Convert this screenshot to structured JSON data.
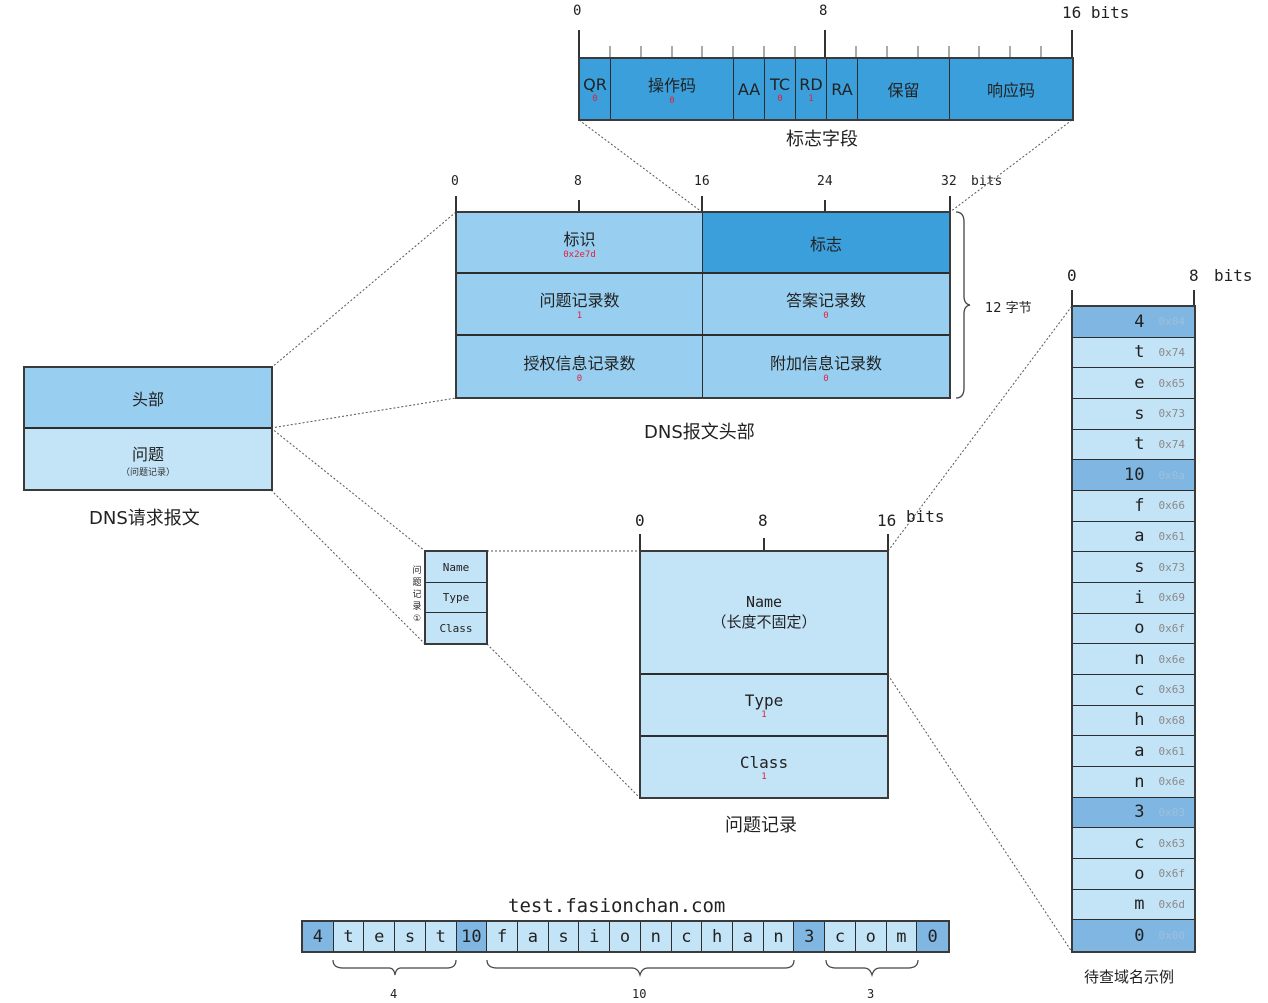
{
  "flags": {
    "ticks": [
      "0",
      "8",
      "16 bits"
    ],
    "fields": [
      {
        "label": "QR",
        "value": "0"
      },
      {
        "label": "操作码",
        "value": "0"
      },
      {
        "label": "AA",
        "value": ""
      },
      {
        "label": "TC",
        "value": "0"
      },
      {
        "label": "RD",
        "value": "1"
      },
      {
        "label": "RA",
        "value": ""
      },
      {
        "label": "保留",
        "value": ""
      },
      {
        "label": "响应码",
        "value": ""
      }
    ],
    "caption": "标志字段"
  },
  "header": {
    "ticks": [
      "0",
      "8",
      "16",
      "24",
      "32",
      "bits"
    ],
    "cells": [
      {
        "label": "标识",
        "value": "0x2e7d"
      },
      {
        "label": "标志",
        "value": ""
      },
      {
        "label": "问题记录数",
        "value": "1"
      },
      {
        "label": "答案记录数",
        "value": "0"
      },
      {
        "label": "授权信息记录数",
        "value": "0"
      },
      {
        "label": "附加信息记录数",
        "value": "0"
      }
    ],
    "size_label": "12 字节",
    "caption": "DNS报文头部"
  },
  "request": {
    "header_label": "头部",
    "question_label": "问题",
    "question_sub": "（问题记录）",
    "caption": "DNS请求报文"
  },
  "mini_record": {
    "side_label": [
      "问",
      "题",
      "记",
      "录",
      "①"
    ],
    "rows": [
      "Name",
      "Type",
      "Class"
    ]
  },
  "question": {
    "ticks": [
      "0",
      "8",
      "16",
      "bits"
    ],
    "name_label": "Name",
    "name_sub": "（长度不固定）",
    "type_label": "Type",
    "type_value": "1",
    "class_label": "Class",
    "class_value": "1",
    "caption": "问题记录"
  },
  "domain_column": {
    "ticks": [
      "0",
      "8",
      "bits"
    ],
    "bytes": [
      {
        "ch": "4",
        "hex": "0x04",
        "len": true
      },
      {
        "ch": "t",
        "hex": "0x74",
        "len": false
      },
      {
        "ch": "e",
        "hex": "0x65",
        "len": false
      },
      {
        "ch": "s",
        "hex": "0x73",
        "len": false
      },
      {
        "ch": "t",
        "hex": "0x74",
        "len": false
      },
      {
        "ch": "10",
        "hex": "0x0a",
        "len": true
      },
      {
        "ch": "f",
        "hex": "0x66",
        "len": false
      },
      {
        "ch": "a",
        "hex": "0x61",
        "len": false
      },
      {
        "ch": "s",
        "hex": "0x73",
        "len": false
      },
      {
        "ch": "i",
        "hex": "0x69",
        "len": false
      },
      {
        "ch": "o",
        "hex": "0x6f",
        "len": false
      },
      {
        "ch": "n",
        "hex": "0x6e",
        "len": false
      },
      {
        "ch": "c",
        "hex": "0x63",
        "len": false
      },
      {
        "ch": "h",
        "hex": "0x68",
        "len": false
      },
      {
        "ch": "a",
        "hex": "0x61",
        "len": false
      },
      {
        "ch": "n",
        "hex": "0x6e",
        "len": false
      },
      {
        "ch": "3",
        "hex": "0x03",
        "len": true
      },
      {
        "ch": "c",
        "hex": "0x63",
        "len": false
      },
      {
        "ch": "o",
        "hex": "0x6f",
        "len": false
      },
      {
        "ch": "m",
        "hex": "0x6d",
        "len": false
      },
      {
        "ch": "0",
        "hex": "0x00",
        "len": true
      }
    ],
    "caption": "待查域名示例"
  },
  "domain_strip": {
    "title": "test.fasionchan.com",
    "braces": [
      "4",
      "10",
      "3"
    ]
  },
  "colors": {
    "light": "#c3e3f6",
    "mid": "#98cff0",
    "dark": "#3a9fdb",
    "highlight": "#7fb6e2",
    "value_red": "#e0203a"
  }
}
